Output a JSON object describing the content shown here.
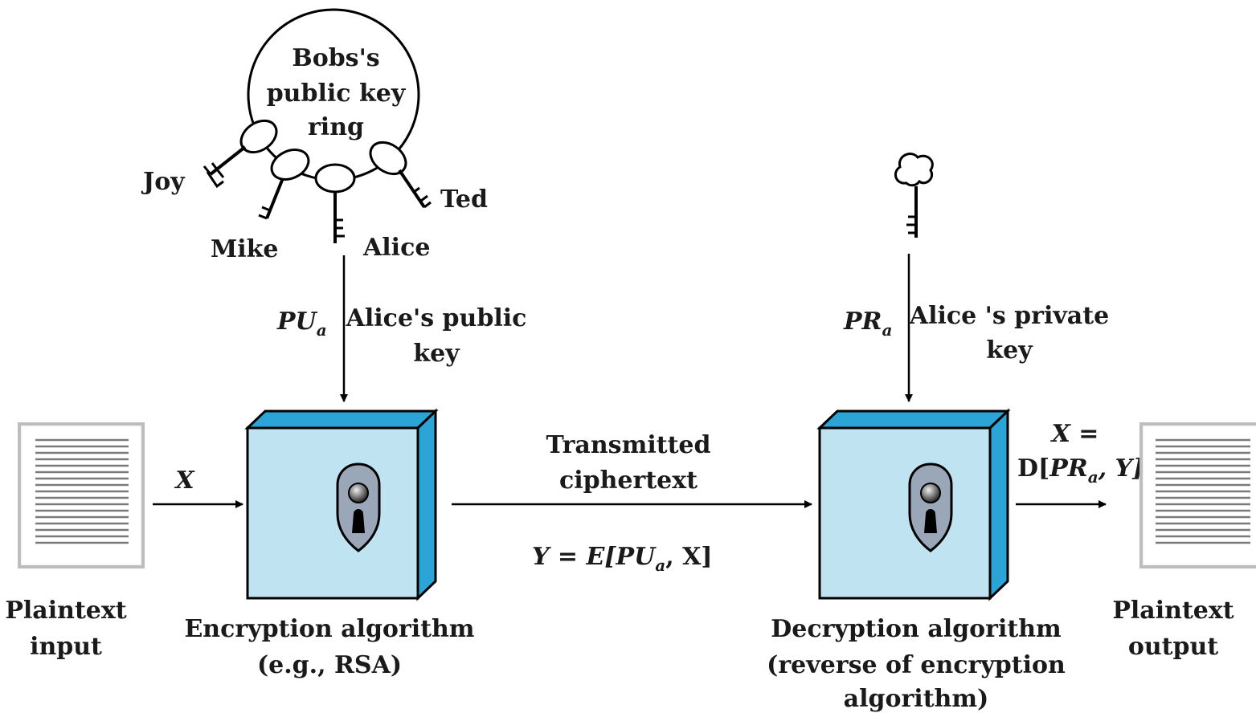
{
  "key_ring": {
    "title_lines": [
      "Bobs's",
      "public key",
      "ring"
    ],
    "keys": [
      "Joy",
      "Mike",
      "Alice",
      "Ted"
    ]
  },
  "public_key": {
    "symbol": "PU",
    "symbol_sub": "a",
    "desc_lines": [
      "Alice's public",
      "key"
    ]
  },
  "private_key": {
    "symbol": "PR",
    "symbol_sub": "a",
    "desc_lines": [
      "Alice 's private",
      "key"
    ]
  },
  "plaintext_input": {
    "lines": [
      "Plaintext",
      "input"
    ],
    "var": "X"
  },
  "encryption": {
    "lines": [
      "Encryption algorithm",
      "(e.g., RSA)"
    ]
  },
  "transmission": {
    "lines": [
      "Transmitted",
      "ciphertext"
    ],
    "formula_pre": "Y = E[",
    "formula_key": "PU",
    "formula_sub": "a",
    "formula_post": ", X]"
  },
  "decryption": {
    "lines": [
      "Decryption algorithm",
      "(reverse of encryption",
      "algorithm)"
    ]
  },
  "output_formula": {
    "line1": "X =",
    "pre": "D[",
    "key": "PR",
    "sub": "a",
    "post": ", Y]"
  },
  "plaintext_output": {
    "lines": [
      "Plaintext",
      "output"
    ]
  },
  "colors": {
    "box_front": "#bfe3f1",
    "box_side": "#2aa5d6",
    "lock_plate": "#9aa7b8",
    "doc_line": "#7a7a7a"
  }
}
